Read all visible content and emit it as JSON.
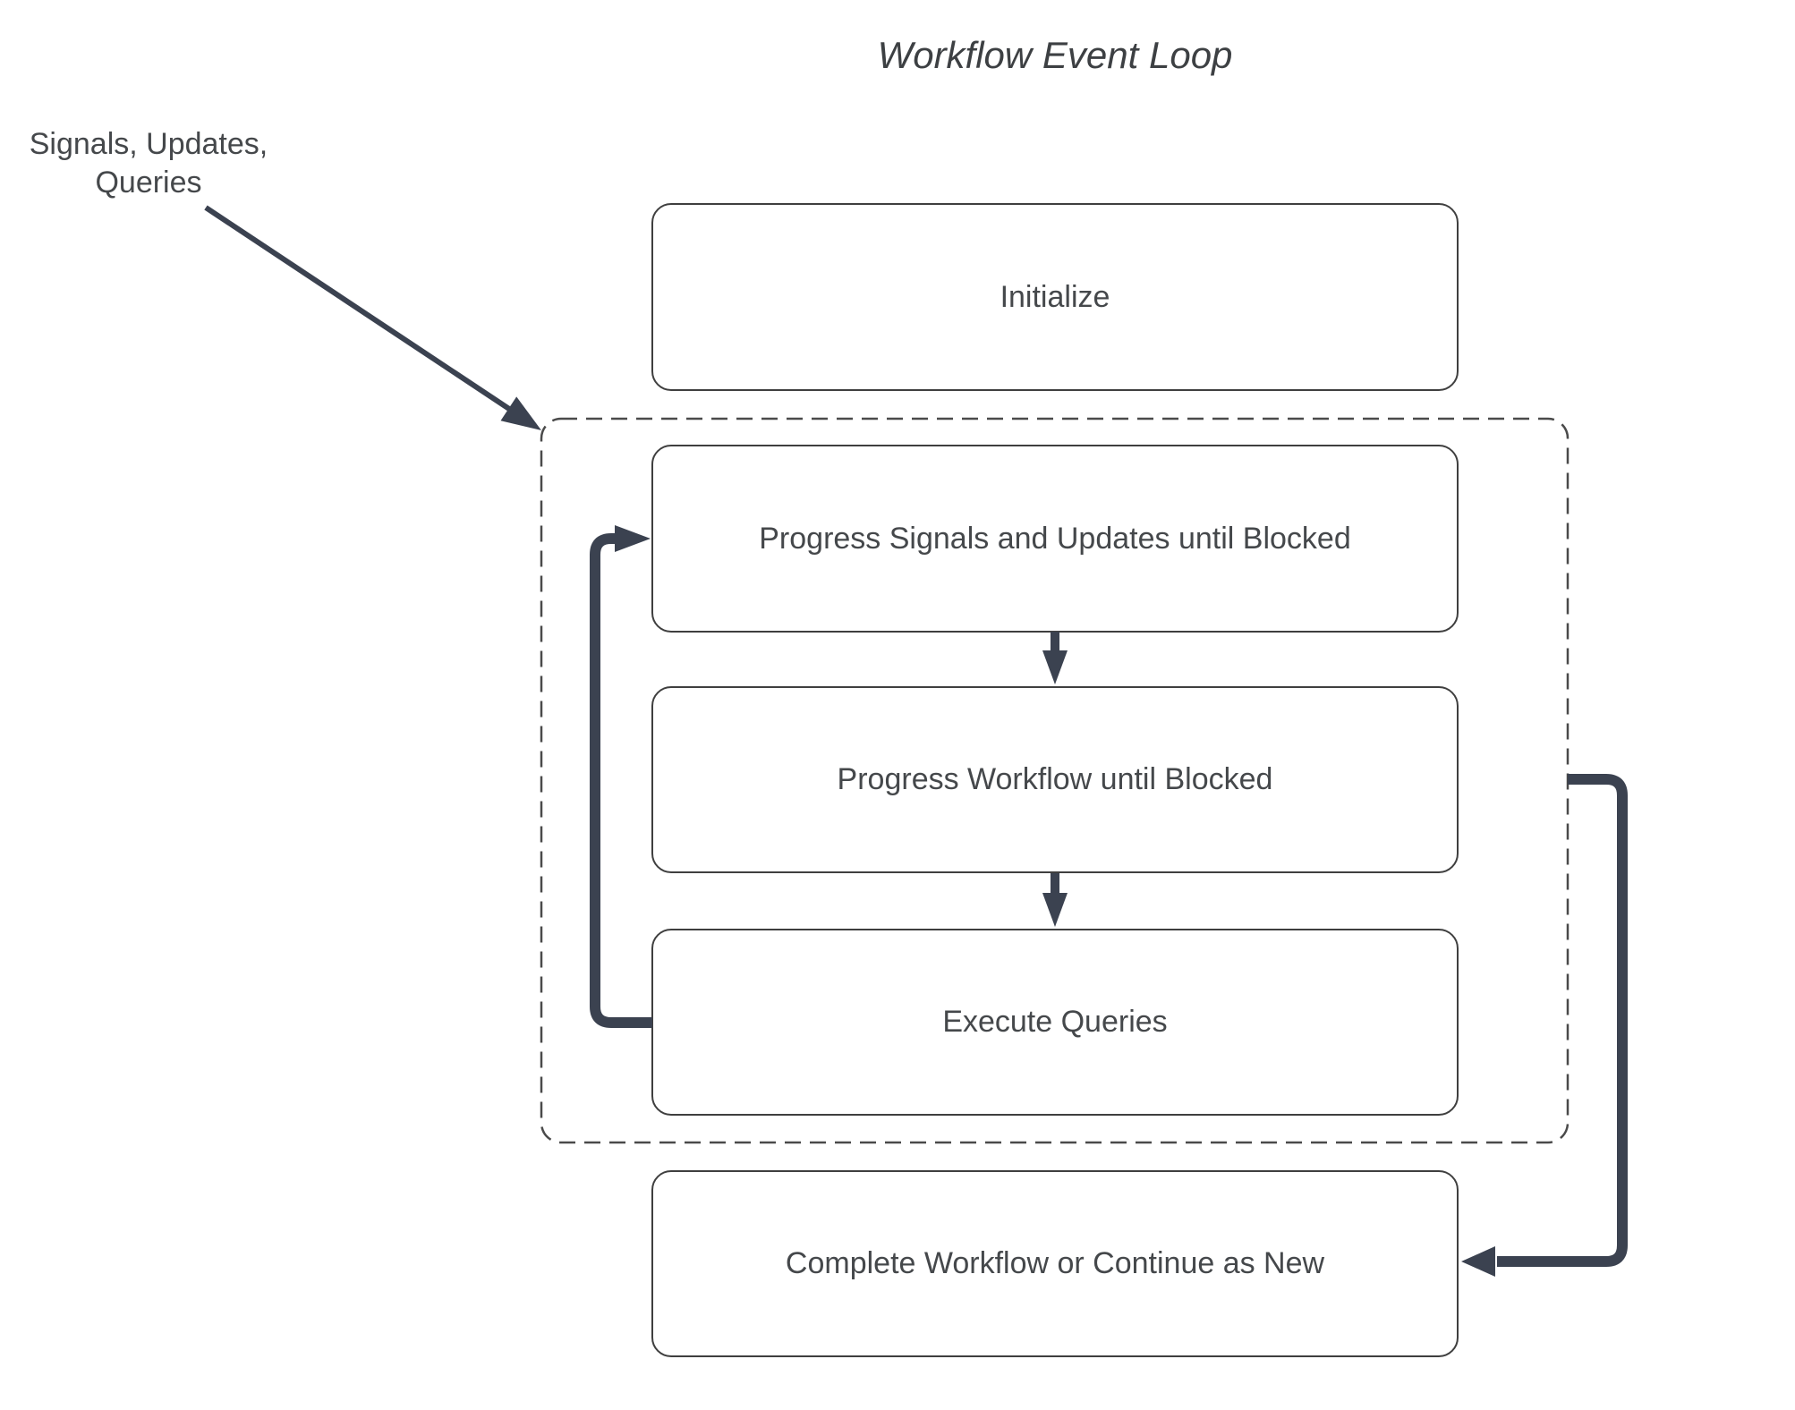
{
  "title": "Workflow Event Loop",
  "annotation": {
    "line1": "Signals, Updates,",
    "line2": "Queries"
  },
  "nodes": {
    "initialize": {
      "label": "Initialize"
    },
    "progress_signals": {
      "label": "Progress Signals and Updates until Blocked"
    },
    "progress_workflow": {
      "label": "Progress Workflow until Blocked"
    },
    "execute_queries": {
      "label": "Execute Queries"
    },
    "complete_workflow": {
      "label": "Complete Workflow or Continue as New"
    }
  },
  "group": {
    "name": "event-loop-group",
    "border_style": "dashed",
    "contains": [
      "progress_signals",
      "progress_workflow",
      "execute_queries"
    ]
  },
  "edges": [
    {
      "from": "annotation_signals_updates_queries",
      "to": "event-loop-group",
      "style": "thin-diagonal-arrow"
    },
    {
      "from": "progress_signals",
      "to": "progress_workflow",
      "style": "short-down-arrow"
    },
    {
      "from": "progress_workflow",
      "to": "execute_queries",
      "style": "short-down-arrow"
    },
    {
      "from": "execute_queries",
      "to": "progress_signals",
      "style": "thick-left-loop-arrow"
    },
    {
      "from": "event-loop-group",
      "to": "complete_workflow",
      "style": "thick-right-elbow-arrow"
    }
  ],
  "colors": {
    "arrow": "#3b4250",
    "box_border": "#3f3f3f",
    "dashed_border": "#4a4a4a",
    "text": "#45484b",
    "title_text": "#3d4043",
    "background": "#ffffff"
  },
  "diagram_type": "flowchart"
}
